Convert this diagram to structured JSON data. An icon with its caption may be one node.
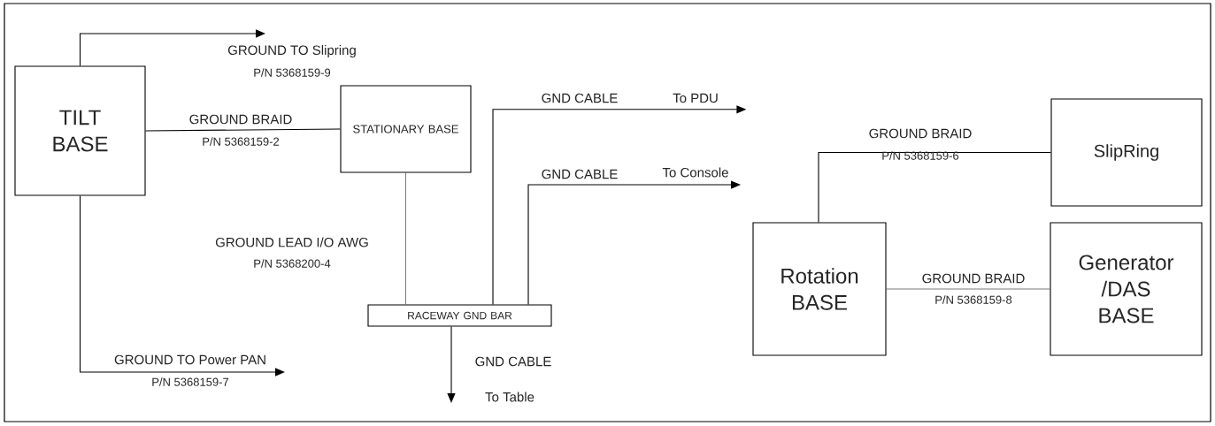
{
  "diagram": {
    "nodes": [
      {
        "text": [
          "TILT BASE"
        ]
      },
      {
        "text": [
          "STATIONARY BASE"
        ]
      },
      {
        "text": [
          "RACEWAY GND BAR"
        ]
      },
      {
        "text": [
          "SlipRing"
        ]
      },
      {
        "text": [
          "Rotation BASE"
        ]
      },
      {
        "text": [
          "Generator /DAS BASE"
        ]
      },
      {
        "text": [
          "To PDU"
        ]
      },
      {
        "text": [
          "To Console"
        ]
      },
      {
        "text": [
          "To Table"
        ]
      }
    ],
    "edges": [
      {
        "from": 0,
        "to": null,
        "arrow": "to",
        "label": "GROUND TO Slipring"
      },
      {
        "from": 0,
        "to": 1,
        "arrow": "none",
        "label": "GROUND BRAID"
      },
      {
        "from": 0,
        "to": null,
        "arrow": "to",
        "label": "GROUND TO Power PAN"
      },
      {
        "from": 1,
        "to": 2,
        "arrow": "none",
        "label": "GROUND LEAD I/O AWG"
      },
      {
        "from": 2,
        "to": 6,
        "arrow": "to",
        "label": "GND CABLE"
      },
      {
        "from": 2,
        "to": 7,
        "arrow": "to",
        "label": "GND CABLE"
      },
      {
        "from": 2,
        "to": 8,
        "arrow": "to",
        "label": "GND CABLE"
      },
      {
        "from": 4,
        "to": 3,
        "arrow": "none",
        "label": "GROUND BRAID"
      },
      {
        "from": 4,
        "to": 5,
        "arrow": "none",
        "label": "GROUND BRAID"
      }
    ],
    "labels": [
      "P/N 5368159-9",
      "P/N 5368159-2",
      "P/N 5368159-6",
      "P/N 5368200-4",
      "P/N 5368159-8",
      "P/N 5368159-7"
    ]
  }
}
